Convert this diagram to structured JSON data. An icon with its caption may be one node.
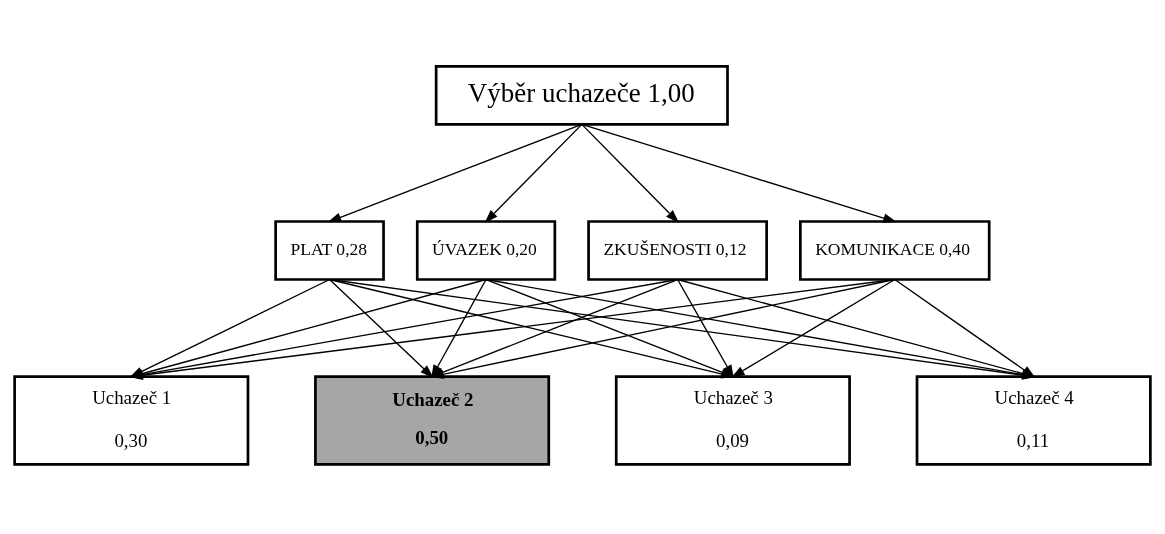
{
  "diagram": {
    "nodes": [
      {
        "text": [
          "Výběr uchazeče 1,00"
        ]
      },
      {
        "text": [
          "PLAT 0,28"
        ]
      },
      {
        "text": [
          "ÚVAZEK 0,20"
        ]
      },
      {
        "text": [
          "ZKUŠENOSTI 0,12"
        ]
      },
      {
        "text": [
          "KOMUNIKACE 0,40"
        ]
      },
      {
        "text": [
          "Uchazeč 1",
          "0,30"
        ]
      },
      {
        "text": [
          "Uchazeč 2",
          "0,50"
        ]
      },
      {
        "text": [
          "Uchazeč 3",
          "0,09"
        ]
      },
      {
        "text": [
          "Uchazeč 4",
          "0,11"
        ]
      }
    ],
    "edges": [
      {
        "from": 0,
        "to": 1,
        "arrow": "to"
      },
      {
        "from": 0,
        "to": 2,
        "arrow": "to"
      },
      {
        "from": 0,
        "to": 3,
        "arrow": "to"
      },
      {
        "from": 0,
        "to": 4,
        "arrow": "to"
      },
      {
        "from": 1,
        "to": 5,
        "arrow": "to"
      },
      {
        "from": 1,
        "to": 6,
        "arrow": "to"
      },
      {
        "from": 1,
        "to": 7,
        "arrow": "to"
      },
      {
        "from": 1,
        "to": 8,
        "arrow": "to"
      },
      {
        "from": 2,
        "to": 5,
        "arrow": "to"
      },
      {
        "from": 2,
        "to": 6,
        "arrow": "to"
      },
      {
        "from": 2,
        "to": 7,
        "arrow": "to"
      },
      {
        "from": 2,
        "to": 8,
        "arrow": "to"
      },
      {
        "from": 3,
        "to": 5,
        "arrow": "to"
      },
      {
        "from": 3,
        "to": 6,
        "arrow": "to"
      },
      {
        "from": 3,
        "to": 7,
        "arrow": "to"
      },
      {
        "from": 3,
        "to": 8,
        "arrow": "to"
      },
      {
        "from": 4,
        "to": 5,
        "arrow": "to"
      },
      {
        "from": 4,
        "to": 6,
        "arrow": "to"
      },
      {
        "from": 4,
        "to": 7,
        "arrow": "to"
      },
      {
        "from": 4,
        "to": 8,
        "arrow": "to"
      }
    ]
  }
}
